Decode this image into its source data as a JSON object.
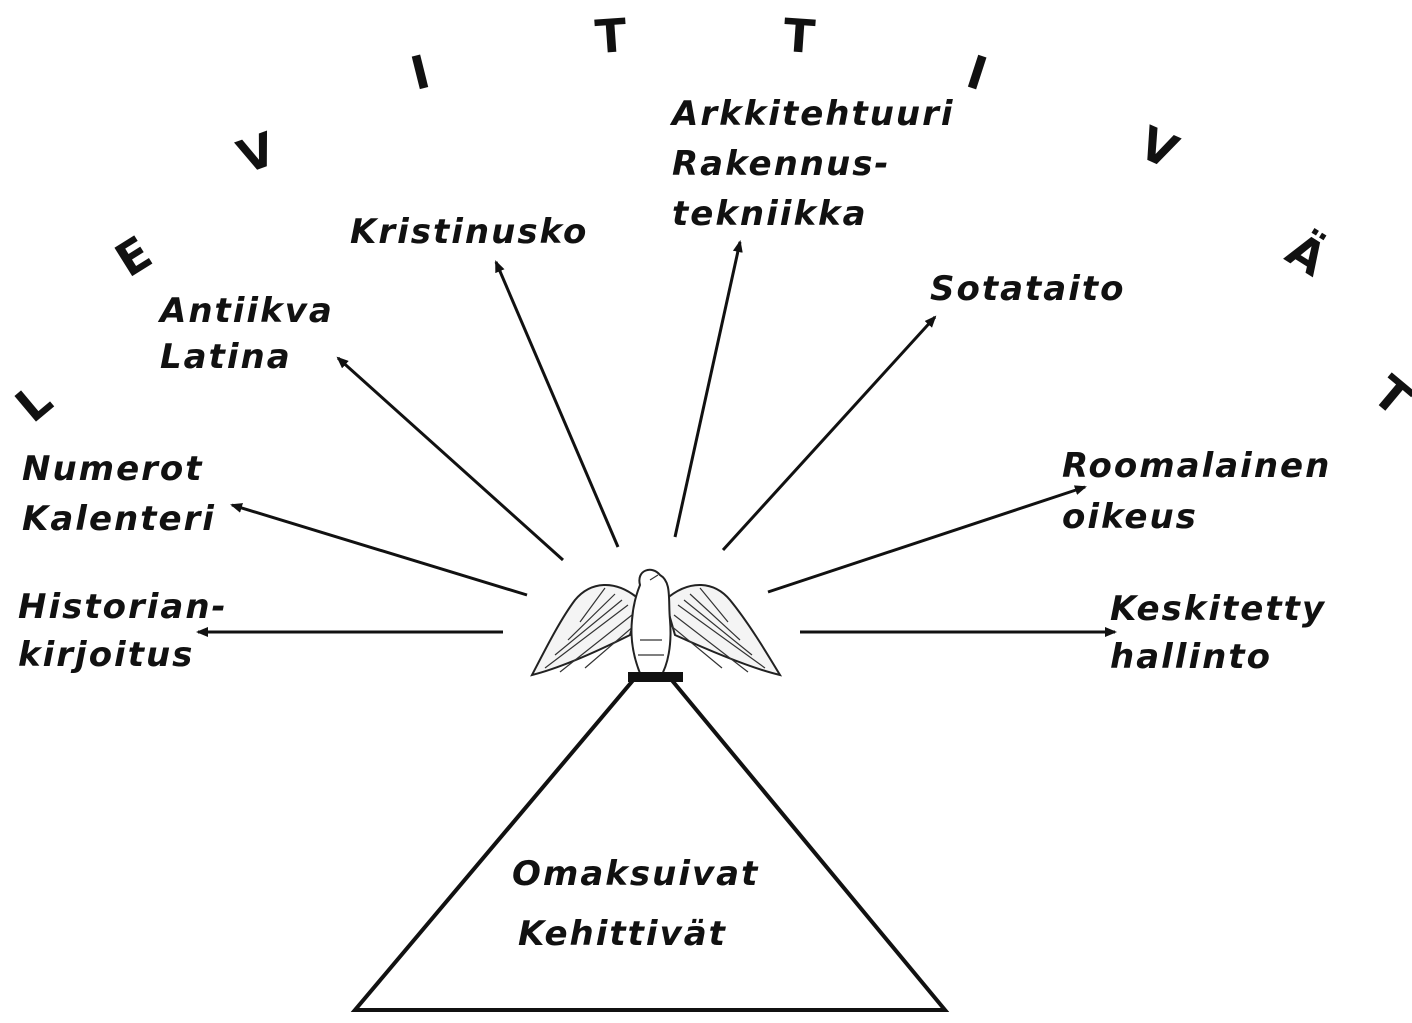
{
  "base": {
    "line1": "Omaksuivat",
    "line2": "Kehittivät"
  },
  "arc_letters": [
    "L",
    "E",
    "V",
    "I",
    "T",
    "T",
    "I",
    "V",
    "Ä",
    "T"
  ],
  "labels": {
    "historia": [
      "Historian-",
      "kirjoitus"
    ],
    "numerot": [
      "Numerot",
      "Kalenteri"
    ],
    "antiikva": [
      "Antiikva",
      "Latina"
    ],
    "kristinusko": [
      "Kristinusko"
    ],
    "arkkitehtuuri": [
      "Arkkitehtuuri",
      "Rakennus-",
      "tekniikka"
    ],
    "sotataito": [
      "Sotataito"
    ],
    "oikeus": [
      "Roomalainen",
      "oikeus"
    ],
    "hallinto": [
      "Keskitetty",
      "hallinto"
    ]
  }
}
